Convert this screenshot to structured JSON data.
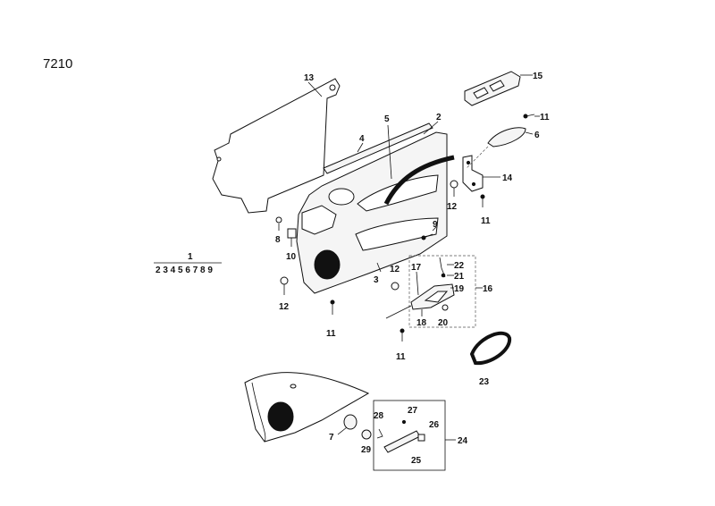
{
  "diagram": {
    "id": "7210",
    "callouts": {
      "c1": "1",
      "c1_seq": "2 3 4 5 6 7 8 9",
      "c2": "2",
      "c3": "3",
      "c4": "4",
      "c5": "5",
      "c6": "6",
      "c7": "7",
      "c8": "8",
      "c9": "9",
      "c10": "10",
      "c11a": "11",
      "c11b": "11",
      "c11c": "11",
      "c11d": "11",
      "c12a": "12",
      "c12b": "12",
      "c12c": "12",
      "c13": "13",
      "c14": "14",
      "c15": "15",
      "c16": "16",
      "c17": "17",
      "c18": "18",
      "c19": "19",
      "c20": "20",
      "c21": "21",
      "c22": "22",
      "c23": "23",
      "c24": "24",
      "c25": "25",
      "c26": "26",
      "c27": "27",
      "c28": "28",
      "c29": "29"
    }
  }
}
